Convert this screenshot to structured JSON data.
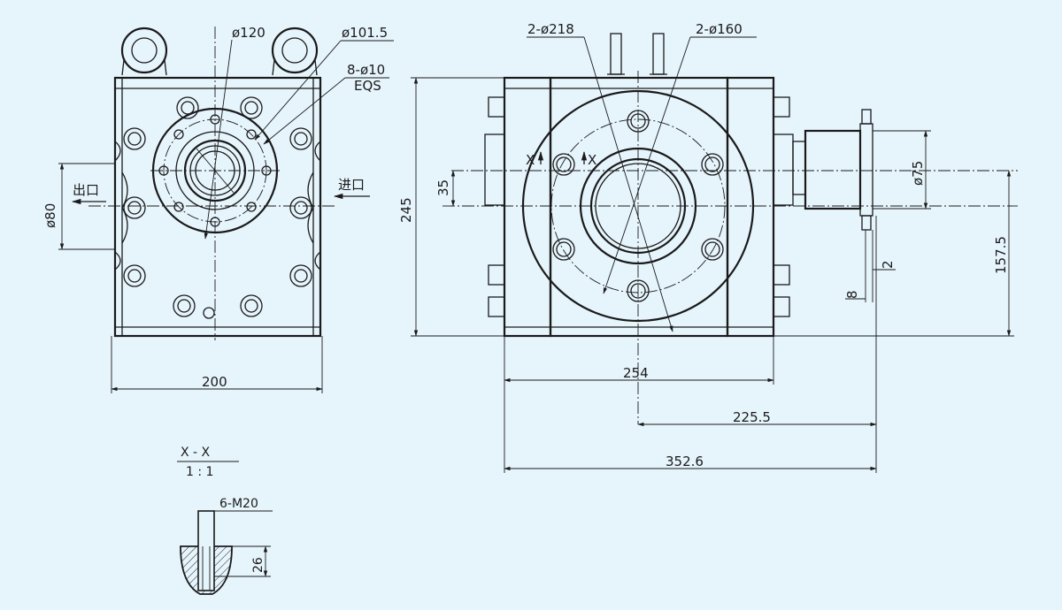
{
  "front_view": {
    "dim_d120": "ø120",
    "dim_d101": "ø101.5",
    "dim_8d10": "8-ø10",
    "dim_eqs": "EQS",
    "dim_d80": "ø80",
    "label_outlet": "出口",
    "label_inlet": "进口",
    "dim_width": "200"
  },
  "side_view": {
    "dim_2d218": "2-ø218",
    "dim_2d160": "2-ø160",
    "dim_height": "245",
    "dim_35": "35",
    "dim_254": "254",
    "dim_2255": "225.5",
    "dim_3526": "352.6",
    "dim_d75": "ø75",
    "dim_1575": "157.5",
    "dim_2": "2",
    "dim_8": "8",
    "section_mark_left": "X",
    "section_mark_right": "X"
  },
  "section": {
    "title": "X - X",
    "scale": "1 : 1",
    "thread": "6-M20",
    "depth": "26"
  }
}
